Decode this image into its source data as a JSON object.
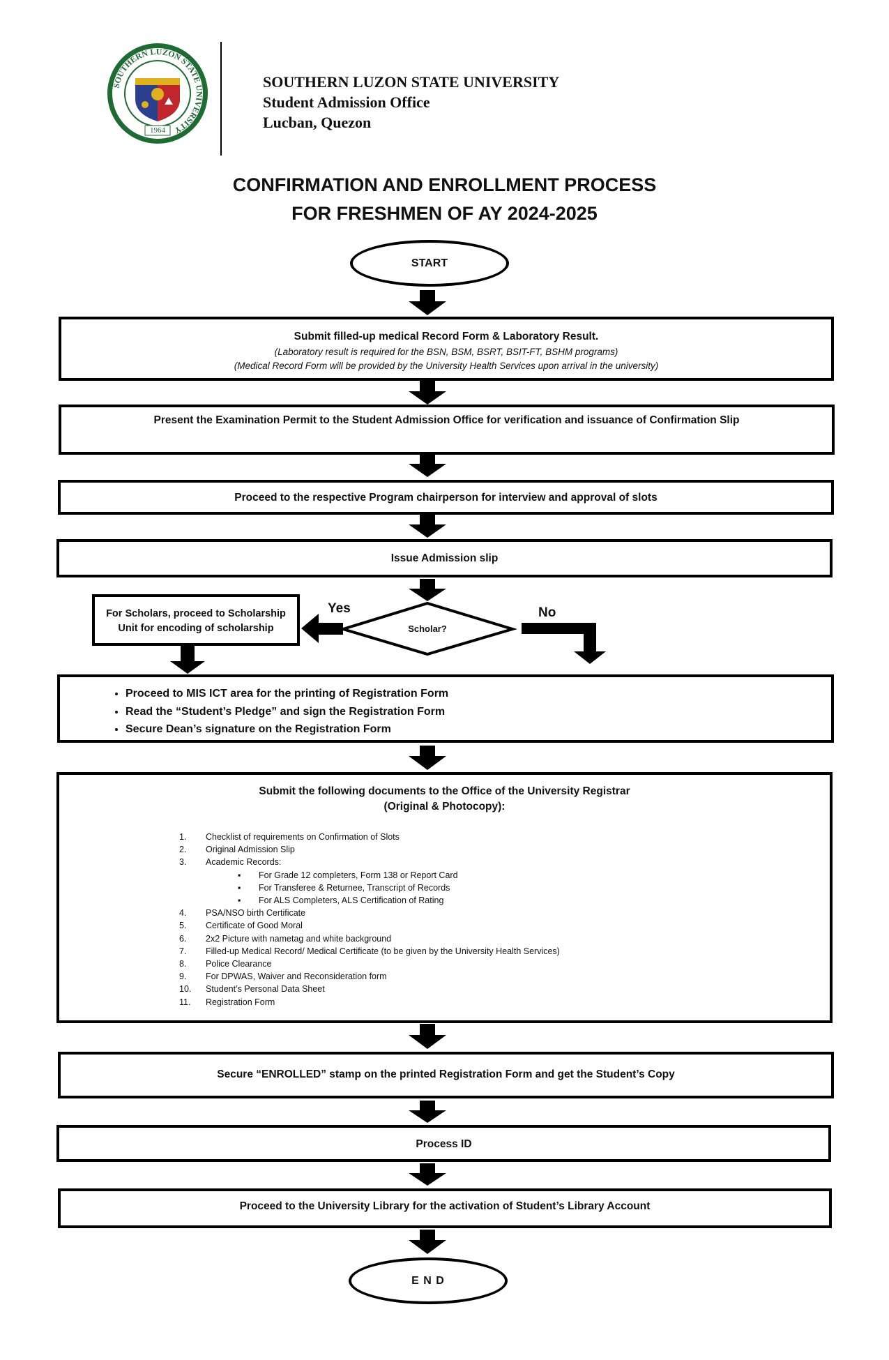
{
  "header": {
    "university": "SOUTHERN LUZON STATE UNIVERSITY",
    "office": "Student Admission Office",
    "location": "Lucban, Quezon",
    "seal": {
      "ring_text": "SOUTHERN LUZON STATE UNIVERSITY",
      "year": "1964",
      "colors": {
        "ring": "#1f6b34",
        "shield_blue": "#2b3f8f",
        "shield_red": "#c0272d",
        "shield_gold": "#e0b11f"
      }
    }
  },
  "title": {
    "line1": "CONFIRMATION AND ENROLLMENT PROCESS",
    "line2": "FOR FRESHMEN OF AY 2024-2025"
  },
  "flow": {
    "start": "START",
    "step1": {
      "main": "Submit filled-up medical Record Form & Laboratory Result.",
      "note1": "(Laboratory result is required for the BSN, BSM, BSRT, BSIT-FT, BSHM programs)",
      "note2": "(Medical Record Form will be provided by the University Health Services upon arrival in the university)"
    },
    "step2": "Present the Examination Permit to the Student Admission Office for verification and issuance of Confirmation Slip",
    "step3": "Proceed to the respective Program chairperson for interview and approval of slots",
    "step4": "Issue Admission slip",
    "decision": {
      "question": "Scholar?",
      "yes": "Yes",
      "no": "No"
    },
    "scholar_box": {
      "line1": "For Scholars, proceed to Scholarship",
      "line2": "Unit for encoding of scholarship"
    },
    "step5": [
      "Proceed to MIS ICT area for the printing of Registration Form",
      "Read the “Student’s Pledge” and sign the Registration Form",
      "Secure Dean’s signature on the Registration Form"
    ],
    "step6": {
      "heading1": "Submit the following documents to the Office of the University Registrar",
      "heading2": "(Original & Photocopy):",
      "items": [
        {
          "num": "1.",
          "text": "Checklist of requirements on Confirmation of Slots"
        },
        {
          "num": "2.",
          "text": "Original Admission Slip"
        },
        {
          "num": "3.",
          "text": "Academic Records:"
        },
        {
          "num": "4.",
          "text": "PSA/NSO birth Certificate"
        },
        {
          "num": "5.",
          "text": "Certificate of Good Moral"
        },
        {
          "num": "6.",
          "text": "2x2 Picture with nametag and white background"
        },
        {
          "num": "7.",
          "text": "Filled-up Medical Record/ Medical Certificate (to be given by the University Health Services)"
        },
        {
          "num": "8.",
          "text": "Police Clearance"
        },
        {
          "num": "9.",
          "text": "For DPWAS, Waiver and Reconsideration form"
        },
        {
          "num": "10.",
          "text": "Student’s Personal Data Sheet"
        },
        {
          "num": "11.",
          "text": "Registration Form"
        }
      ],
      "sub_items": [
        "For Grade 12 completers, Form 138 or Report Card",
        "For Transferee & Returnee, Transcript of Records",
        "For ALS Completers, ALS Certification of Rating"
      ]
    },
    "step7": "Secure “ENROLLED” stamp on the printed Registration Form and get the Student’s Copy",
    "step8": "Process ID",
    "step9": "Proceed to the University Library for the activation of Student’s Library Account",
    "end": "E N D"
  }
}
